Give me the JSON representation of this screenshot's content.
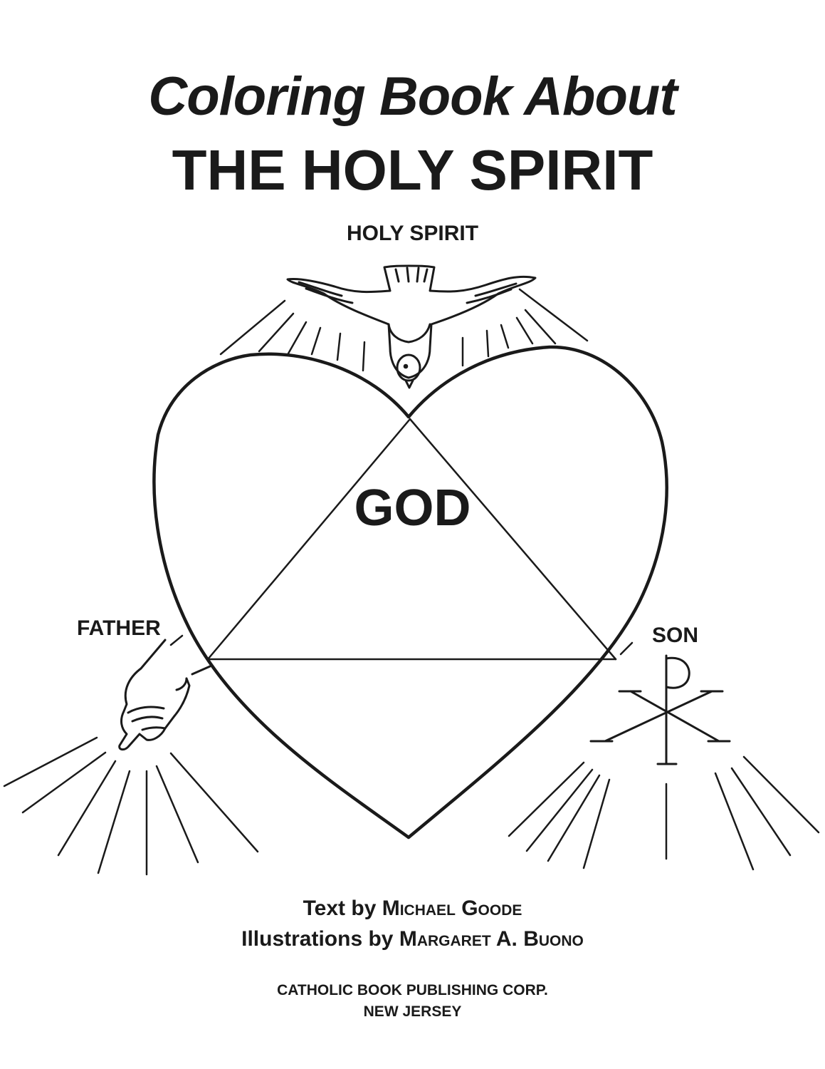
{
  "title": {
    "line1": "Coloring Book About",
    "line2": "THE HOLY SPIRIT"
  },
  "diagram": {
    "top_label": "HOLY SPIRIT",
    "center_label": "GOD",
    "left_label": "FATHER",
    "right_label": "SON",
    "icons": [
      "dove-icon",
      "hand-icon",
      "chi-rho-icon",
      "heart-outline",
      "triangle-outline"
    ]
  },
  "credits": {
    "text_prefix": "Text by",
    "text_author": "Michael Goode",
    "illus_prefix": "Illustrations by",
    "illus_author": "Margaret A. Buono"
  },
  "publisher": {
    "name": "CATHOLIC BOOK PUBLISHING CORP.",
    "location": "NEW JERSEY"
  },
  "colors": {
    "ink": "#1a1a1a",
    "paper": "#ffffff"
  }
}
